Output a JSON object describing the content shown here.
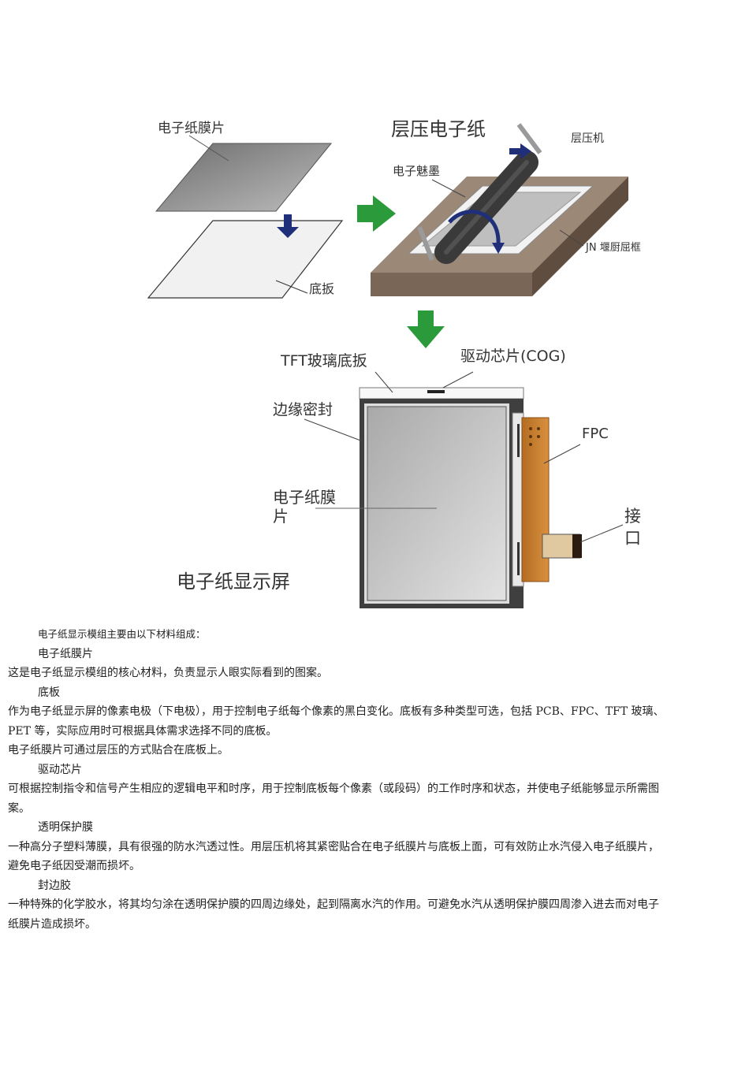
{
  "figure": {
    "top_left_label": "电子纸膜片",
    "bottom_left_label": "底扳",
    "laminate_title": "层压电子纸",
    "laminator_label": "层压机",
    "ink_label": "电子魅墨",
    "frame_label": "JN 堰厨屈框",
    "tft_label": "TFT玻璃底扳",
    "driver_label": "驱动芯片(COG)",
    "edge_label": "边缘密封",
    "fpc_label": "FPC",
    "film_label_1": "电子纸膜",
    "film_label_2": "片",
    "connector_label_1": "接",
    "connector_label_2": "口",
    "display_title": "电子纸显示屏",
    "colors": {
      "arrow_blue": "#1f2f7a",
      "arrow_green": "#2a9a3a",
      "fpc": "#c27a2d",
      "base": "#8a7766"
    }
  },
  "text": {
    "intro": "电子纸显示模组主要由以下材料组成：",
    "h1": "电子纸膜片",
    "p1": "这是电子纸显示模组的核心材料，负责显示人眼实际看到的图案。",
    "h2": "底板",
    "p2a": "作为电子纸显示屏的像素电极（下电极），用于控制电子纸每个像素的黑白变化。底板有多种类型可选，包括 PCB、FPC、TFT 玻璃、",
    "p2b": "PET 等，实际应用时可根据具体需求选择不同的底板。",
    "p2c": "电子纸膜片可通过层压的方式贴合在底板上。",
    "h3": "驱动芯片",
    "p3a": "可根据控制指令和信号产生相应的逻辑电平和时序，用于控制底板每个像素（或段码）的工作时序和状态，并使电子纸能够显示所需图",
    "p3b": "案。",
    "h4": "透明保护膜",
    "p4a": "一种高分子塑料薄膜，具有很强的防水汽透过性。用层压机将其紧密贴合在电子纸膜片与底板上面，可有效防止水汽侵入电子纸膜片，",
    "p4b": "避免电子纸因受潮而损坏。",
    "h5": "封边胶",
    "p5a": "一种特殊的化学胶水，将其均匀涂在透明保护膜的四周边缘处，起到隔离水汽的作用。可避免水汽从透明保护膜四周渗入进去而对电子",
    "p5b": "纸膜片造成损坏。"
  }
}
